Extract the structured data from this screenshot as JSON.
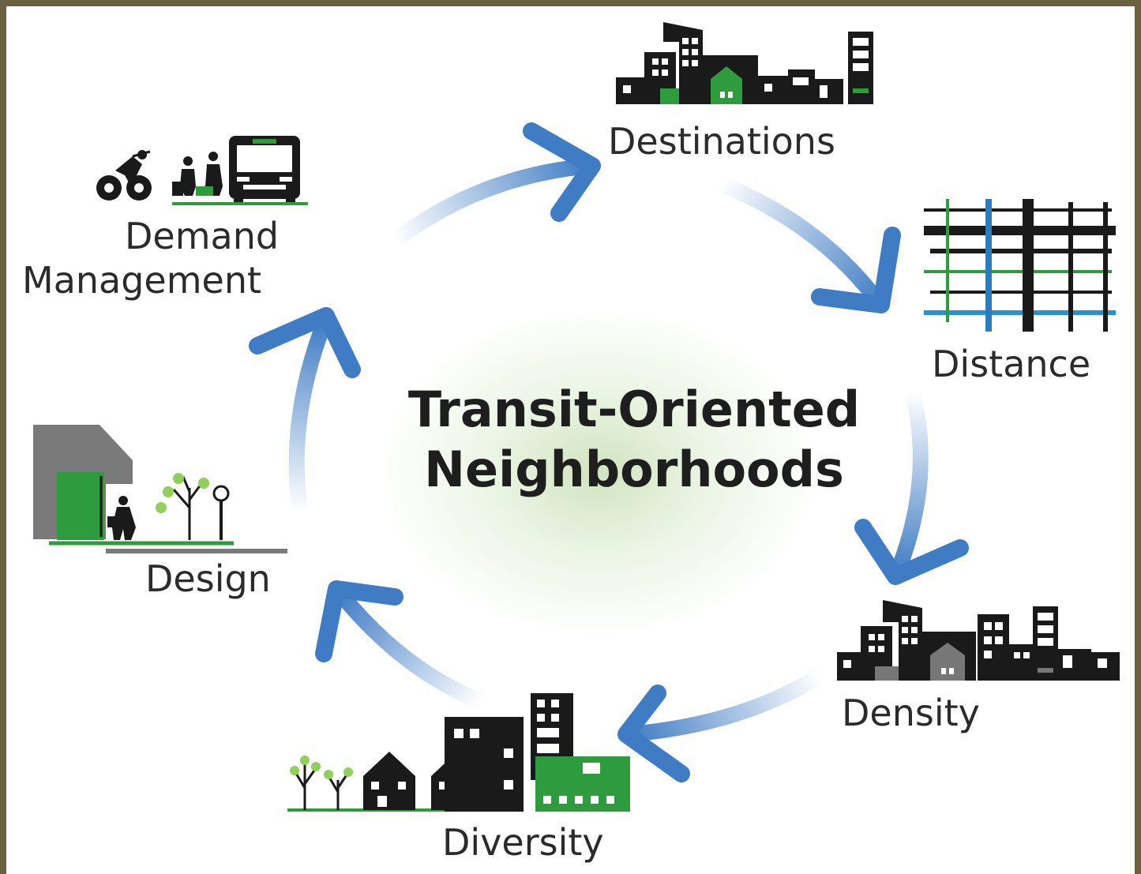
{
  "center": {
    "title_line1": "Transit-Oriented",
    "title_line2": "Neighborhoods"
  },
  "nodes": [
    {
      "key": "destinations",
      "label": "Destinations",
      "icon": "city-skyline-icon"
    },
    {
      "key": "distance",
      "label": "Distance",
      "icon": "street-grid-icon"
    },
    {
      "key": "density",
      "label": "Density",
      "icon": "dense-buildings-icon"
    },
    {
      "key": "diversity",
      "label": "Diversity",
      "icon": "mixed-housing-icon"
    },
    {
      "key": "design",
      "label": "Design",
      "icon": "streetscape-icon"
    },
    {
      "key": "demand",
      "label_line1": "Demand",
      "label_line2": "Management",
      "icon": "bike-pedestrian-bus-icon"
    }
  ],
  "colors": {
    "arrow": "#3f7cc4",
    "green": "#2e9b3e",
    "black": "#1a1a1a",
    "blue_street": "#2a90d0",
    "frame": "#6b6140"
  }
}
